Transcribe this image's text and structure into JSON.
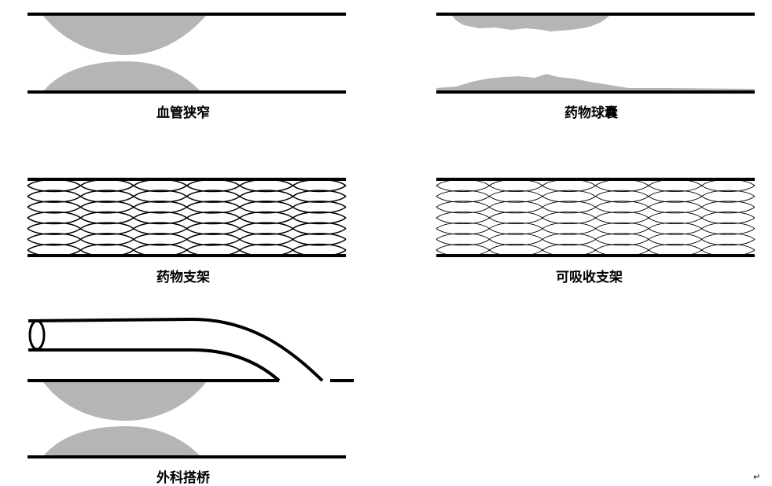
{
  "panels": [
    {
      "id": "stenosis",
      "caption": "血管狭窄"
    },
    {
      "id": "drug_balloon",
      "caption": "药物球囊"
    },
    {
      "id": "drug_stent",
      "caption": "药物支架"
    },
    {
      "id": "absorbable_stent",
      "caption": "可吸收支架"
    },
    {
      "id": "surgical_bypass",
      "caption": "外科搭桥"
    }
  ],
  "colors": {
    "vessel_wall": "#000000",
    "plaque": "#b5b5b5",
    "background": "#ffffff"
  },
  "return_mark": "↵"
}
